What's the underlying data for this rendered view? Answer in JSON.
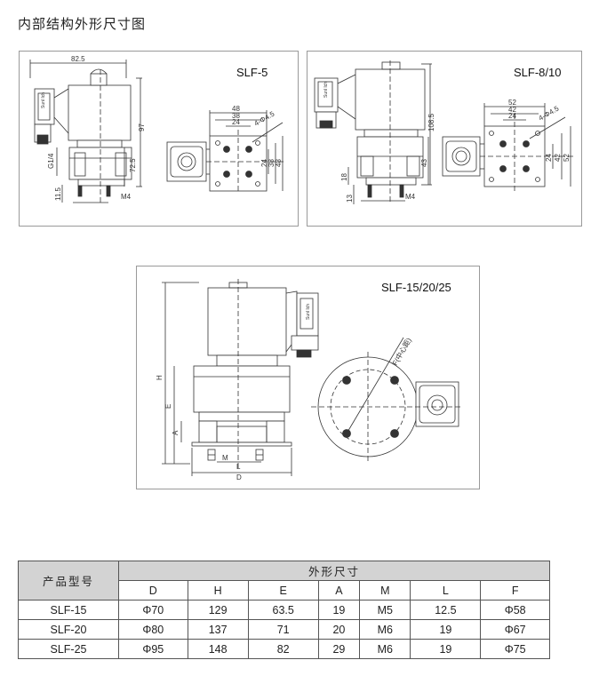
{
  "page": {
    "title": "内部结构外形尺寸图"
  },
  "panels": {
    "slf5": {
      "label": "SLF-5",
      "dims": {
        "w": "82.5",
        "h": "97",
        "thread": "G1/4",
        "h2": "72.5",
        "h3": "11.5",
        "m": "M4",
        "f48": "48",
        "f38": "38",
        "f24": "24",
        "v24": "24",
        "v38": "38",
        "v48": "48",
        "holes": "4-Φ4.5"
      }
    },
    "slf810": {
      "label": "SLF-8/10",
      "dims": {
        "h": "108.5",
        "h2": "43",
        "h3": "18",
        "h4": "13",
        "m": "M4",
        "f52": "52",
        "f42": "42",
        "f24": "24",
        "v24": "24",
        "v42": "42",
        "v52": "52",
        "holes": "4-Φ4.5"
      }
    },
    "slf1525": {
      "label": "SLF-15/20/25",
      "dims": {
        "h": "H",
        "e": "E",
        "a": "A",
        "m": "M",
        "l": "L",
        "d": "D",
        "f": "F(中心距)"
      }
    }
  },
  "coil_text": "Sunl Ich",
  "table": {
    "model_header": "产品型号",
    "group_header": "外形尺寸",
    "columns": [
      "D",
      "H",
      "E",
      "A",
      "M",
      "L",
      "F"
    ],
    "rows": [
      {
        "model": "SLF-15",
        "values": [
          "Φ70",
          "129",
          "63.5",
          "19",
          "M5",
          "12.5",
          "Φ58"
        ]
      },
      {
        "model": "SLF-20",
        "values": [
          "Φ80",
          "137",
          "71",
          "20",
          "M6",
          "19",
          "Φ67"
        ]
      },
      {
        "model": "SLF-25",
        "values": [
          "Φ95",
          "148",
          "82",
          "29",
          "M6",
          "19",
          "Φ75"
        ]
      }
    ]
  }
}
